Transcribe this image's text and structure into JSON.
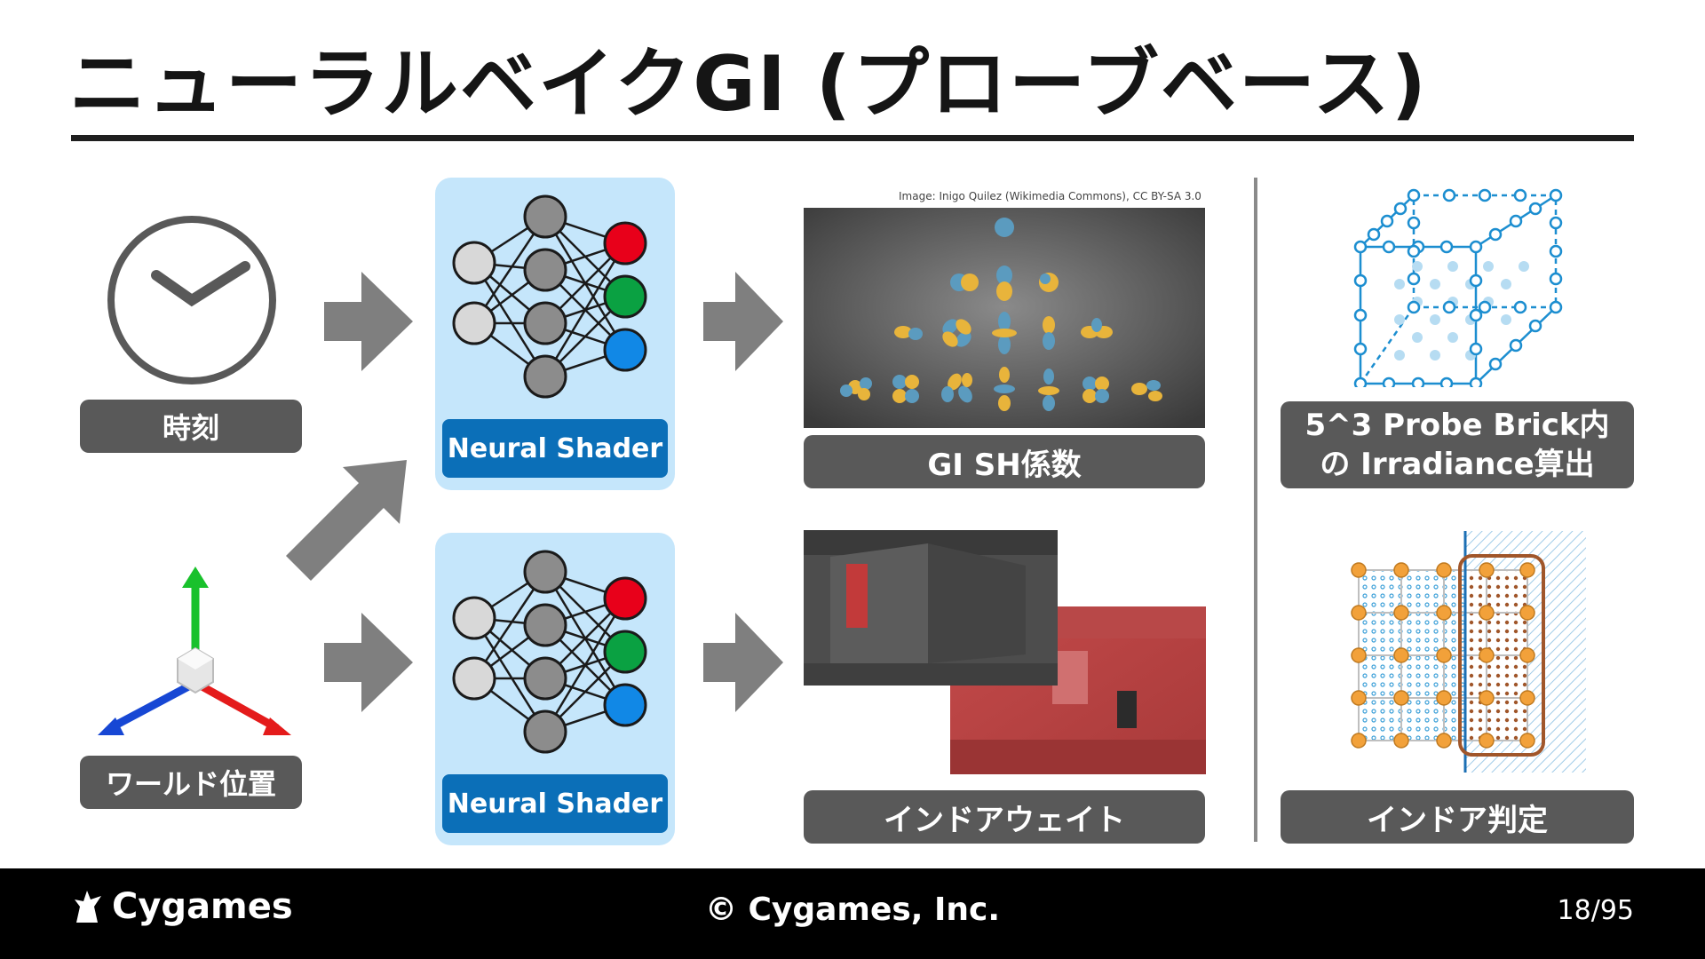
{
  "slide": {
    "title": "ニューラルベイクGI (プローブベース)",
    "page_number": "18/95"
  },
  "inputs": {
    "time_label": "時刻",
    "world_label": "ワールド位置"
  },
  "shaders": [
    {
      "label": "Neural Shader"
    },
    {
      "label": "Neural Shader"
    }
  ],
  "outputs": {
    "sh_label": "GI SH係数",
    "sh_credit": "Image: Inigo Quilez (Wikimedia Commons), CC BY-SA 3.0",
    "indoor_weight_label": "インドアウェイト"
  },
  "right": {
    "probe_label_line1": "5^3 Probe Brick内",
    "probe_label_line2": "の Irradiance算出",
    "indoor_test_label": "インドア判定"
  },
  "footer": {
    "logo": "Cygames",
    "copyright": "© Cygames, Inc."
  },
  "colors": {
    "nn_panel": "#c5e6fb",
    "nn_label": "#0b6fb8",
    "label_box": "#595959",
    "arrow": "#7f7f7f",
    "output_red": "#e8001a",
    "output_green": "#0aa142",
    "output_blue": "#1188e6",
    "probe_blue": "#3da0d8",
    "probe_orange": "#f2a13a"
  }
}
